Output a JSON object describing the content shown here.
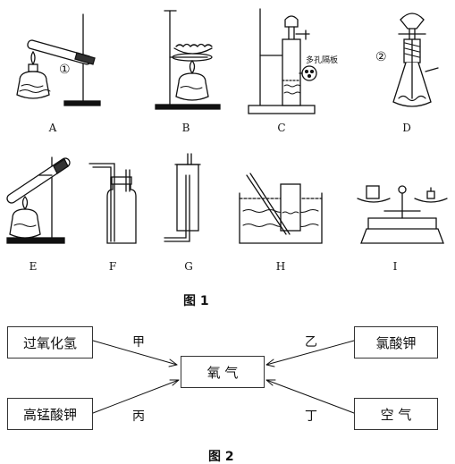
{
  "figure1": {
    "caption": "图 1",
    "apparatus_labels": [
      "A",
      "B",
      "C",
      "D",
      "E",
      "F",
      "G",
      "H",
      "I"
    ],
    "markers": {
      "a": "①",
      "d": "②"
    },
    "c_annotation": "多孔隔板"
  },
  "figure2": {
    "caption": "图 2",
    "center": "氧 气",
    "sources": [
      {
        "id": "hydrogen-peroxide",
        "label": "过氧化氢",
        "route": "甲"
      },
      {
        "id": "potassium-chlorate",
        "label": "氯酸钾",
        "route": "乙"
      },
      {
        "id": "potassium-permanganate",
        "label": "高锰酸钾",
        "route": "丙"
      },
      {
        "id": "air",
        "label": "空 气",
        "route": "丁"
      }
    ]
  }
}
